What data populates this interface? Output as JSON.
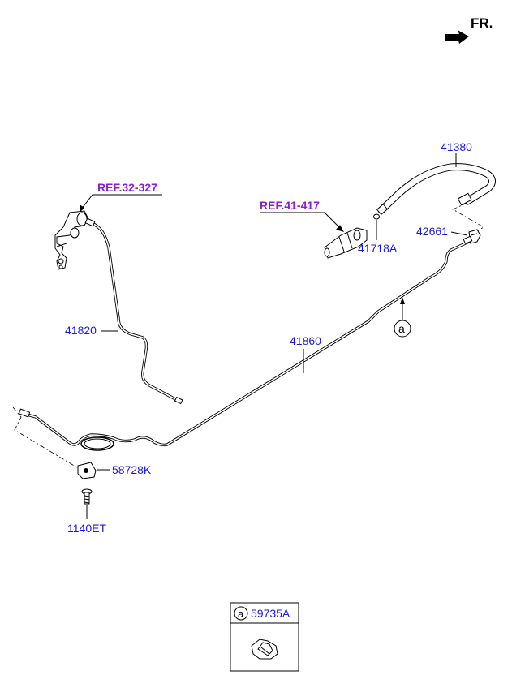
{
  "direction": {
    "label": "FR."
  },
  "refs": {
    "ref1": "REF.32-327",
    "ref2": "REF.41-417"
  },
  "parts": {
    "p41380": "41380",
    "p41718A": "41718A",
    "p42661": "42661",
    "p41820": "41820",
    "p41860": "41860",
    "p58728K": "58728K",
    "p1140ET": "1140ET"
  },
  "callout": {
    "letter": "a"
  },
  "legend": {
    "letter": "a",
    "part": "59735A"
  },
  "colors": {
    "part_number": "#1b1bd6",
    "reference": "#8b1fd0"
  }
}
